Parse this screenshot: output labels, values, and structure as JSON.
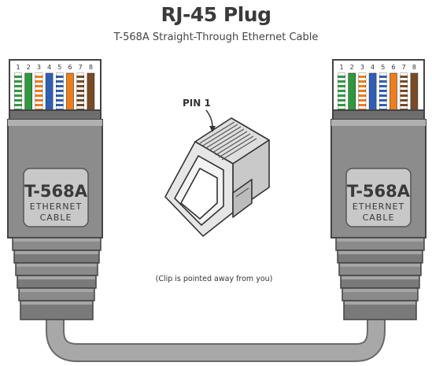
{
  "title": "RJ-45 Plug",
  "subtitle": "T-568A Straight-Through Ethernet Cable",
  "pin_numbers": [
    "1",
    "2",
    "3",
    "4",
    "5",
    "6",
    "7",
    "8"
  ],
  "wires": [
    {
      "pin": "1",
      "pattern": "striped",
      "color": "#2e9a3e"
    },
    {
      "pin": "2",
      "pattern": "solid",
      "color": "#2e9a3e"
    },
    {
      "pin": "3",
      "pattern": "striped",
      "color": "#f07d1a"
    },
    {
      "pin": "4",
      "pattern": "solid",
      "color": "#2f5fb5"
    },
    {
      "pin": "5",
      "pattern": "striped",
      "color": "#2f5fb5"
    },
    {
      "pin": "6",
      "pattern": "solid",
      "color": "#f07d1a"
    },
    {
      "pin": "7",
      "pattern": "striped",
      "color": "#7a4a24"
    },
    {
      "pin": "8",
      "pattern": "solid",
      "color": "#7a4a24"
    }
  ],
  "left_connector": {
    "standard": "T-568A",
    "line1": "ETHERNET",
    "line2": "CABLE"
  },
  "right_connector": {
    "standard": "T-568A",
    "line1": "ETHERNET",
    "line2": "CABLE"
  },
  "plug_detail": {
    "pin_label": "PIN 1",
    "caption": "(Clip is pointed away from you)"
  },
  "colors": {
    "boot": "#8c8c8c",
    "boot_dark": "#5a5a5a",
    "cable": "#9a9a9a",
    "label_bg": "#c8c8c8",
    "outline": "#444444"
  }
}
